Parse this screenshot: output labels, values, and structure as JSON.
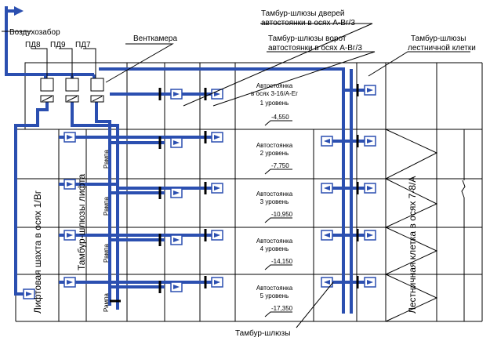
{
  "labels": {
    "air_intake": "Воздухозабор",
    "vent_chamber": "Венткамера",
    "tambour_doors_line1": "Тамбур-шлюзы дверей",
    "tambour_doors_line2": "автостоянки в осях А-Вг/3",
    "tambour_gates_line1": "Тамбур-шлюзы ворот",
    "tambour_gates_line2": "автостоянки в осях А-Вг/3",
    "tambour_stair_line1": "Тамбур-шлюзы",
    "tambour_stair_line2": "лестничной клетки",
    "lift_shaft": "Лифтовая шахта в осях 1/Вг",
    "lift_tambour": "Тамбур-шлюзы лифта",
    "stair_cell": "Лестничная клетка в осях 7-8/А",
    "tambours_bottom": "Тамбур-шлюзы",
    "frame": "Рампа"
  },
  "fans": [
    "ПД8",
    "ПД9",
    "ПД7"
  ],
  "levels": [
    {
      "line1": "Автостоянка",
      "line2": "в осях 3-16/А-Ег",
      "line3": "1 уровень",
      "elev": "-4,550"
    },
    {
      "line1": "Автостоянка",
      "line2": "2 уровень",
      "elev": "-7,750"
    },
    {
      "line1": "Автостоянка",
      "line2": "3 уровень",
      "elev": "-10,950"
    },
    {
      "line1": "Автостоянка",
      "line2": "4 уровень",
      "elev": "-14,150"
    },
    {
      "line1": "Автостоянка",
      "line2": "5 уровень",
      "elev": "-17,350"
    }
  ],
  "colors": {
    "duct": "#2b4fb0",
    "lines": "#000000"
  }
}
